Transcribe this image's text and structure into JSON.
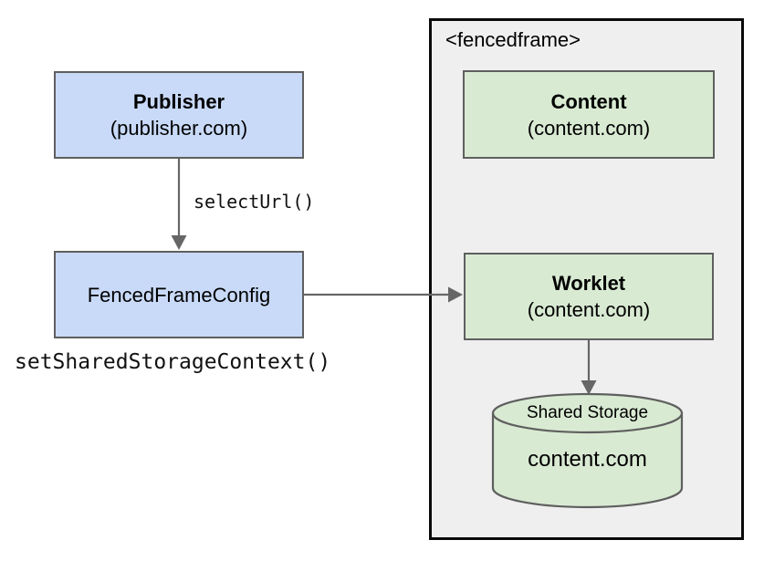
{
  "nodes": {
    "publisher": {
      "title": "Publisher",
      "subtitle": "(publisher.com)"
    },
    "fenced_frame_config": {
      "title": "FencedFrameConfig"
    },
    "content": {
      "title": "Content",
      "subtitle": "(content.com)"
    },
    "worklet": {
      "title": "Worklet",
      "subtitle": "(content.com)"
    },
    "shared_storage": {
      "title": "Shared Storage",
      "origin": "content.com"
    }
  },
  "fencedframe": {
    "label": "<fencedframe>"
  },
  "edges": {
    "select_url_label": "selectUrl()",
    "set_shared_storage_context_label": "setSharedStorageContext()"
  },
  "colors": {
    "publisher_fill": "#c9daf8",
    "content_fill": "#d9ead3",
    "frame_fill": "#efefef",
    "frame_border": "#0a0a0a",
    "node_border": "#5f5f5f",
    "arrow": "#666666",
    "text": "#000000"
  }
}
